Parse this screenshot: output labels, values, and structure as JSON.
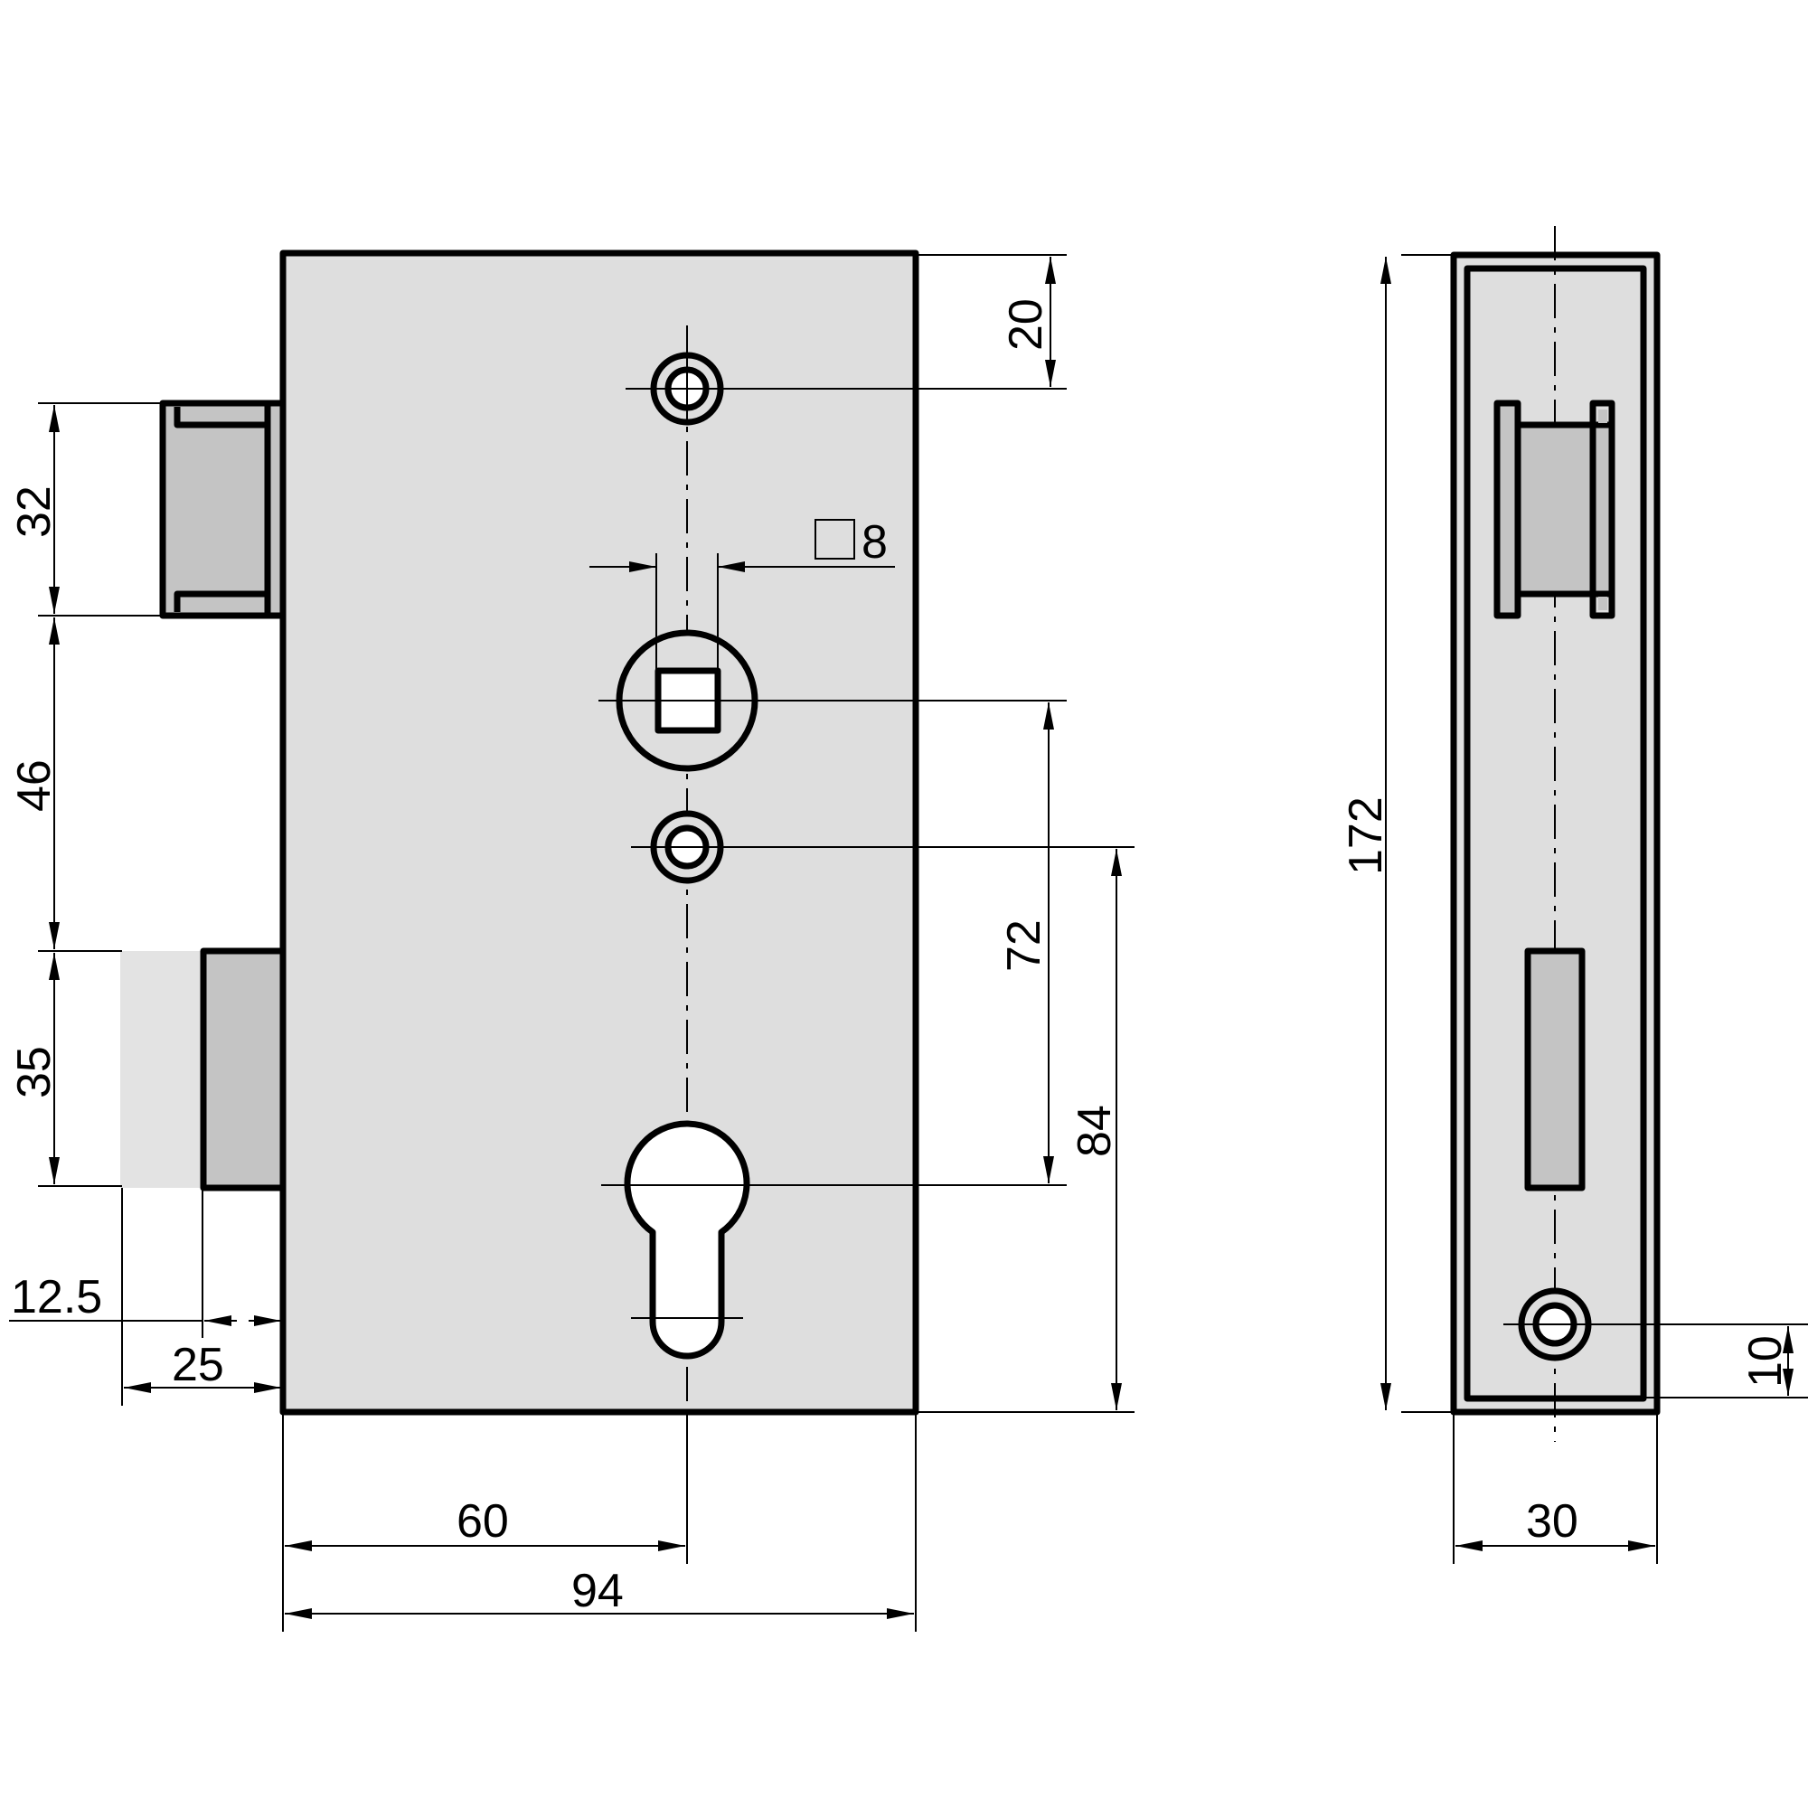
{
  "drawing": {
    "type": "technical drawing",
    "subject": "mortise gate lock with euro profile cylinder hole",
    "views": [
      "front-view",
      "edge-view"
    ],
    "colors": {
      "body": "#dedede",
      "parts": "#c4c4c4",
      "outline": "#000000",
      "background": "#ffffff"
    }
  },
  "front_view": {
    "dimensions": {
      "top_to_fixing_hole": "20",
      "square_spindle": "8",
      "spindle_to_cylinder": "72",
      "fixing_hole_to_bottom": "84",
      "latch_height": "32",
      "latch_to_bolt_gap": "46",
      "bolt_height": "35",
      "bolt_throw": "12.5",
      "bolt_projection": "25",
      "backset": "60",
      "case_width": "94"
    }
  },
  "edge_view": {
    "dimensions": {
      "forend_height": "172",
      "forend_width": "30",
      "screw_hole_from_bottom": "10"
    }
  }
}
